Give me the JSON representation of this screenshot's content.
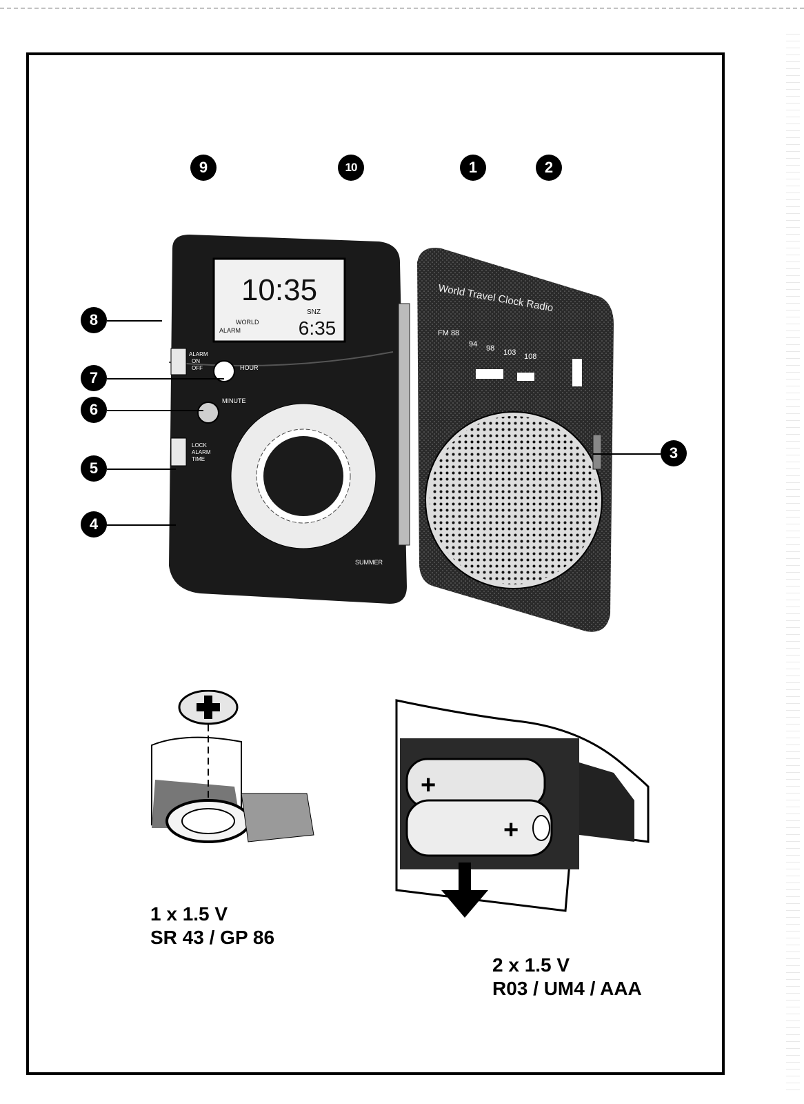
{
  "callouts": {
    "c1": "1",
    "c2": "2",
    "c3": "3",
    "c4": "4",
    "c5": "5",
    "c6": "6",
    "c7": "7",
    "c8": "8",
    "c9": "9",
    "c10": "10"
  },
  "device": {
    "brand_text": "World Travel Clock Radio",
    "fm_scale": [
      "FM 88",
      "94",
      "98",
      "103",
      "108"
    ],
    "lcd_main_time": "10:35",
    "lcd_snz": "SNZ",
    "lcd_alarm_time": "6:35",
    "lcd_alarm_label": "ALARM",
    "lcd_world_label": "WORLD",
    "alarm_switch": [
      "ALARM",
      "ON",
      "OFF"
    ],
    "hour_label": "HOUR",
    "minute_label": "MINUTE",
    "mode_switch": [
      "LOCK",
      "ALARM",
      "TIME"
    ],
    "summer_label": "SUMMER"
  },
  "battery_left": {
    "line1": "1 x 1.5 V",
    "line2": "SR 43 / GP 86"
  },
  "battery_right": {
    "line1": "2 x 1.5 V",
    "line2": "R03 / UM4 / AAA"
  }
}
